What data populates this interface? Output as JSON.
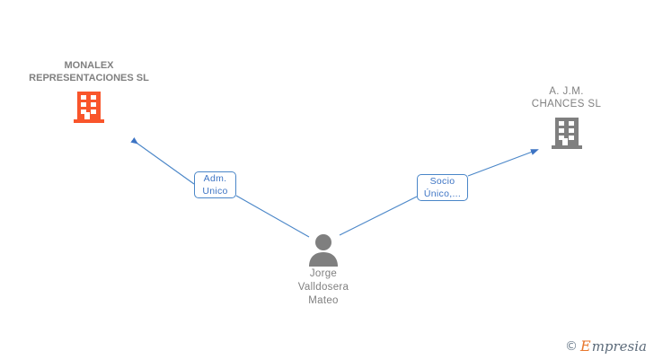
{
  "diagram": {
    "type": "corporate-relationship-graph",
    "accent_blue": "#3d74c4",
    "edge_blue": "#4a86c8",
    "company_orange": "#f9552b",
    "company_gray": "#7f7f7f",
    "label_gray": "#808080",
    "background": "#ffffff"
  },
  "nodes": {
    "company_left": {
      "name_line1": "MONALEX",
      "name_line2": "REPRESENTACIONES SL",
      "icon": "building-icon",
      "color": "#f9552b"
    },
    "company_right": {
      "name_line1": "A. J.M.",
      "name_line2": "CHANCES SL",
      "icon": "building-icon",
      "color": "#7f7f7f"
    },
    "person": {
      "name_line1": "Jorge",
      "name_line2": "Valldosera",
      "name_line3": "Mateo",
      "icon": "person-icon",
      "color": "#7f7f7f"
    }
  },
  "edges": [
    {
      "id": "edge-left",
      "from": "person",
      "to": "company_left",
      "label_line1": "Adm.",
      "label_line2": "Unico",
      "direction": "up-left",
      "arrow": true
    },
    {
      "id": "edge-right",
      "from": "person",
      "to": "company_right",
      "label_line1": "Socio",
      "label_line2": "Único,...",
      "direction": "up-right",
      "arrow": true
    }
  ],
  "watermark": {
    "copyright": "©",
    "brand_initial": "E",
    "brand_rest": "mpresia"
  }
}
